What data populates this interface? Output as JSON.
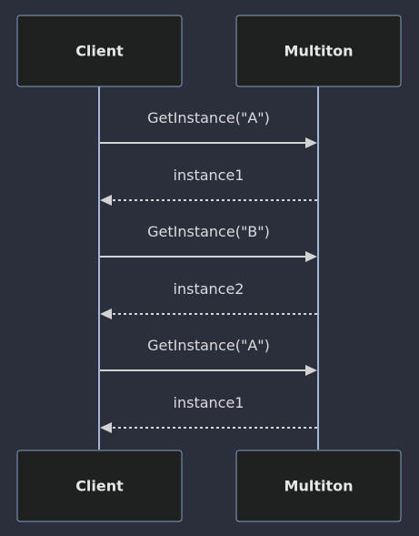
{
  "actors": {
    "client": "Client",
    "multiton": "Multiton"
  },
  "messages": [
    {
      "from": "client",
      "to": "multiton",
      "label": "GetInstance(\"A\")",
      "style": "solid"
    },
    {
      "from": "multiton",
      "to": "client",
      "label": "instance1",
      "style": "dashed"
    },
    {
      "from": "client",
      "to": "multiton",
      "label": "GetInstance(\"B\")",
      "style": "solid"
    },
    {
      "from": "multiton",
      "to": "client",
      "label": "instance2",
      "style": "dashed"
    },
    {
      "from": "client",
      "to": "multiton",
      "label": "GetInstance(\"A\")",
      "style": "solid"
    },
    {
      "from": "multiton",
      "to": "client",
      "label": "instance1",
      "style": "dashed"
    }
  ],
  "colors": {
    "background": "#2b2e3b",
    "actor_fill": "#1f2020",
    "actor_border": "#81a1c1",
    "lifeline": "#9fb7d6",
    "message": "#d3d3d3"
  }
}
